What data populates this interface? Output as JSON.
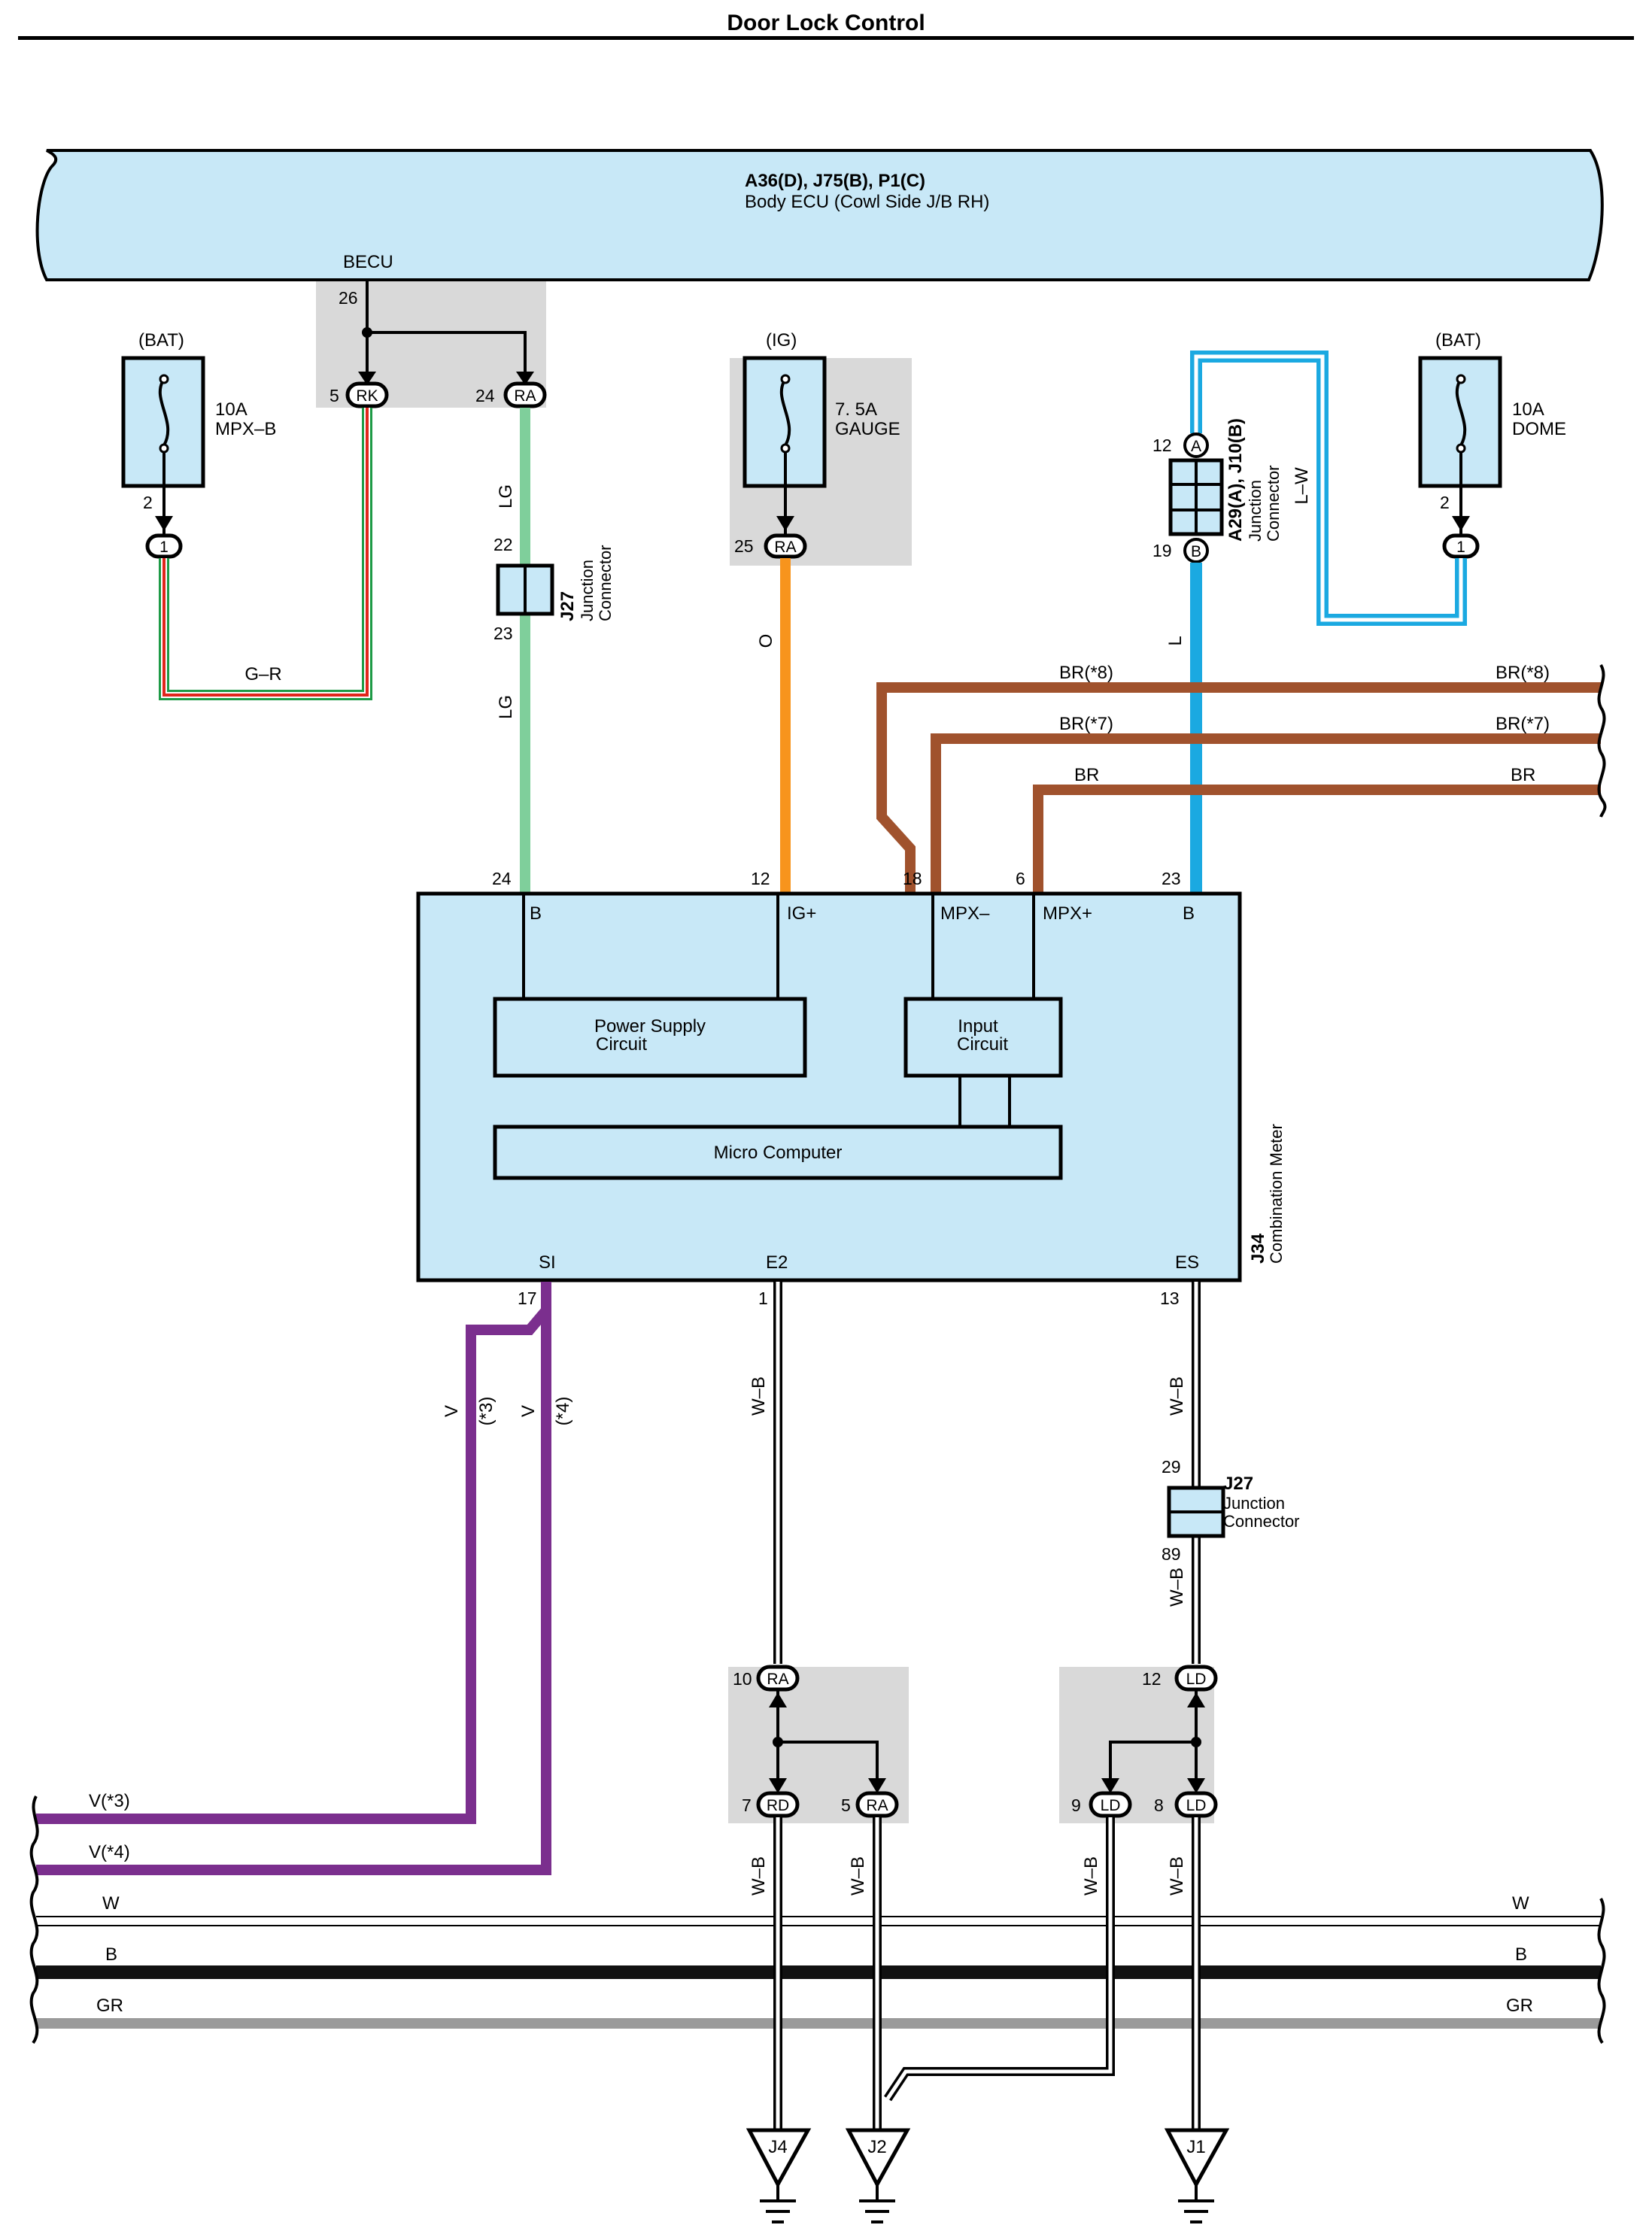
{
  "title": "Door Lock Control",
  "ecu": {
    "connectors": "A36(D), J75(B), P1(C)",
    "name": "Body ECU (Cowl Side J/B RH)",
    "becu_label": "BECU"
  },
  "fuses": {
    "mpxb": {
      "source": "(BAT)",
      "rating": "10A",
      "name": "MPX–B",
      "pin": "2",
      "conn": "1"
    },
    "gauge": {
      "source": "(IG)",
      "rating": "7. 5A",
      "name": "GAUGE",
      "pin": "25",
      "conn": "RA"
    },
    "dome": {
      "source": "(BAT)",
      "rating": "10A",
      "name": "DOME",
      "pin": "2",
      "conn": "1"
    }
  },
  "junction_top": {
    "pin_in": "26",
    "left_pin": "5",
    "left_conn": "RK",
    "right_pin": "24",
    "right_conn": "RA"
  },
  "j27_top": {
    "id": "J27",
    "name1": "Junction",
    "name2": "Connector",
    "pin_top": "22",
    "pin_bottom": "23"
  },
  "a29": {
    "id": "A29(A), J10(B)",
    "name1": "Junction",
    "name2": "Connector",
    "pin_top": "12",
    "conn_top": "A",
    "pin_bottom": "19",
    "conn_bottom": "B"
  },
  "wires": {
    "gr": "G–R",
    "lg": "LG",
    "o": "O",
    "lw": "L–W",
    "l": "L",
    "br8": "BR(*8)",
    "br7": "BR(*7)",
    "br": "BR",
    "v": "V",
    "v3_note": "(*3)",
    "v4_note": "(*4)",
    "wb": "W–B",
    "v3": "V(*3)",
    "v4": "V(*4)",
    "w": "W",
    "b": "B",
    "grw": "GR"
  },
  "meter": {
    "id": "J34",
    "name": "Combination Meter",
    "pins_top": {
      "b": "24",
      "ig": "12",
      "mpxm": "18",
      "mpxp": "6",
      "b2": "23"
    },
    "terms_top": {
      "b": "B",
      "ig": "IG+",
      "mpxm": "MPX–",
      "mpxp": "MPX+",
      "b2": "B"
    },
    "power_supply_1": "Power Supply",
    "power_supply_2": "Circuit",
    "input_1": "Input",
    "input_2": "Circuit",
    "micro": "Micro Computer",
    "terms_bottom": {
      "si": "SI",
      "e2": "E2",
      "es": "ES"
    },
    "pins_bottom": {
      "si": "17",
      "e2": "1",
      "es": "13"
    }
  },
  "j27_bottom": {
    "id": "J27",
    "name1": "Junction",
    "name2": "Connector",
    "pin_top": "29",
    "pin_bottom": "89"
  },
  "junction_ra": {
    "pin_in": "10",
    "conn_in": "RA",
    "left_pin": "7",
    "left_conn": "RD",
    "right_pin": "5",
    "right_conn": "RA"
  },
  "junction_ld": {
    "pin_in": "12",
    "conn_in": "LD",
    "left_pin": "9",
    "left_conn": "LD",
    "right_pin": "8",
    "right_conn": "LD"
  },
  "grounds": {
    "j4": "J4",
    "j2": "J2",
    "j1": "J1"
  },
  "colors": {
    "ecu_fill": "#c8e8f7",
    "box_fill": "#c8e8f7",
    "junction_bg": "#d9d9d9",
    "green": "#1e9a46",
    "red": "#e1261c",
    "lg": "#7fcf9b",
    "orange": "#f7941d",
    "brown": "#a0522d",
    "blue": "#1ba9e1",
    "purple": "#7b2f8e",
    "gray": "#9a9a9a"
  }
}
